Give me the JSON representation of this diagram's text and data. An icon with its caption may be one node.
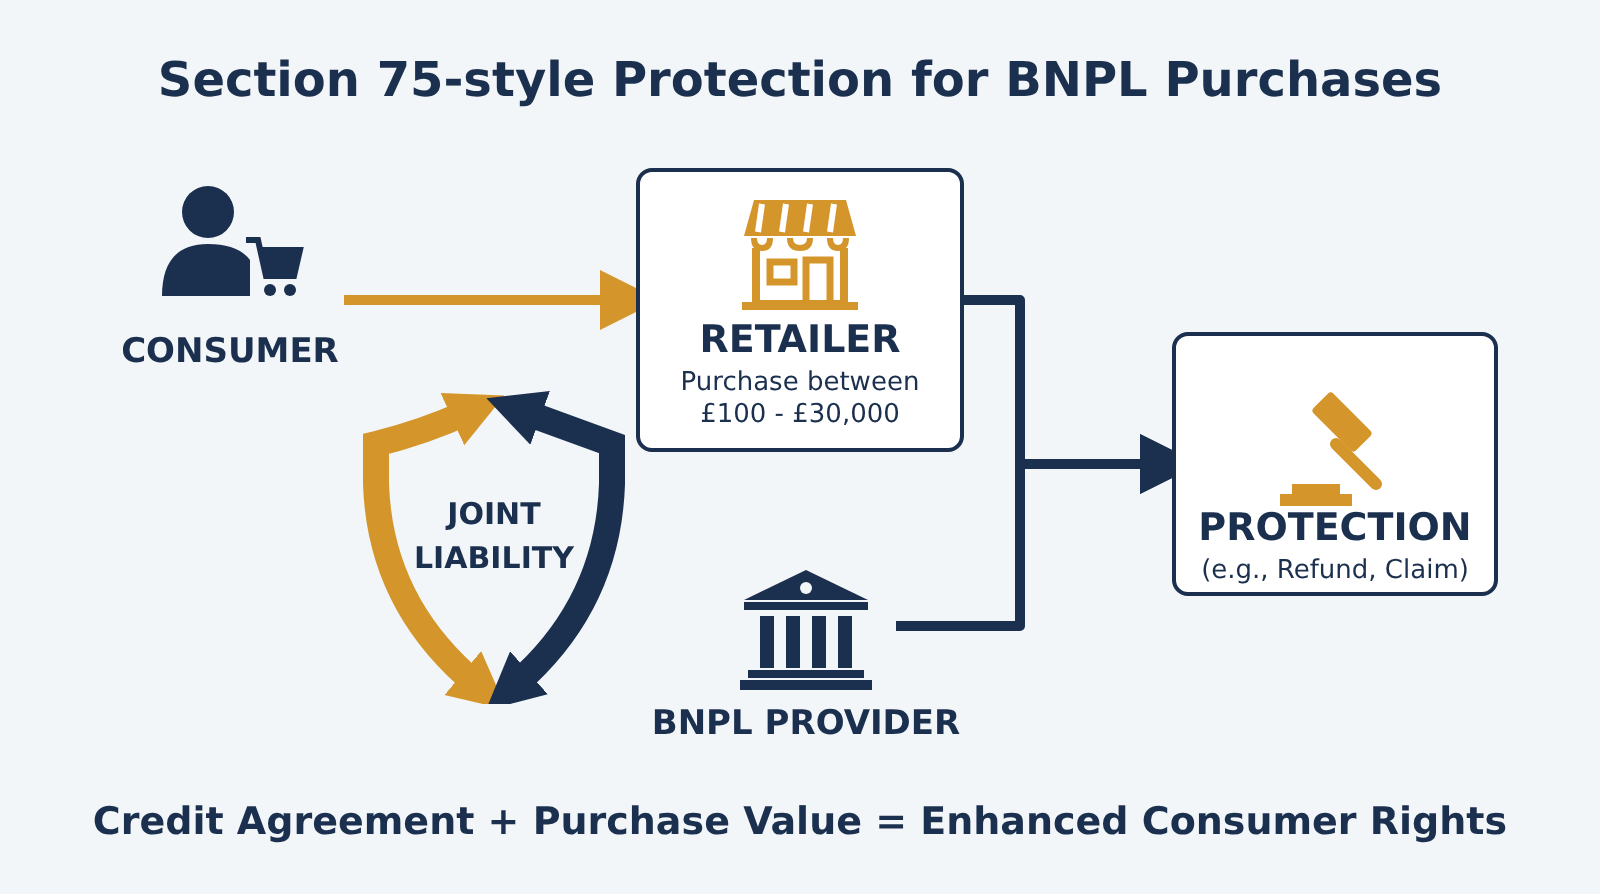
{
  "diagram": {
    "title": "Section 75-style Protection for BNPL Purchases",
    "caption": "Credit Agreement + Purchase Value = Enhanced Consumer Rights",
    "nodes": [
      {
        "text": [
          "CONSUMER"
        ]
      },
      {
        "text": [
          "RETAILER",
          "Purchase between £100 - £30,000"
        ]
      },
      {
        "text": [
          "JOINT LIABILITY"
        ]
      },
      {
        "text": [
          "BNPL PROVIDER"
        ]
      },
      {
        "text": [
          "PROTECTION",
          "(e.g., Refund, Claim)"
        ]
      }
    ],
    "edges": [
      {
        "from": 0,
        "to": 1,
        "arrow": "to",
        "color": "#d4952b"
      },
      {
        "from": 1,
        "to": 4,
        "arrow": "to"
      },
      {
        "from": 3,
        "to": 4,
        "arrow": "to"
      }
    ]
  }
}
